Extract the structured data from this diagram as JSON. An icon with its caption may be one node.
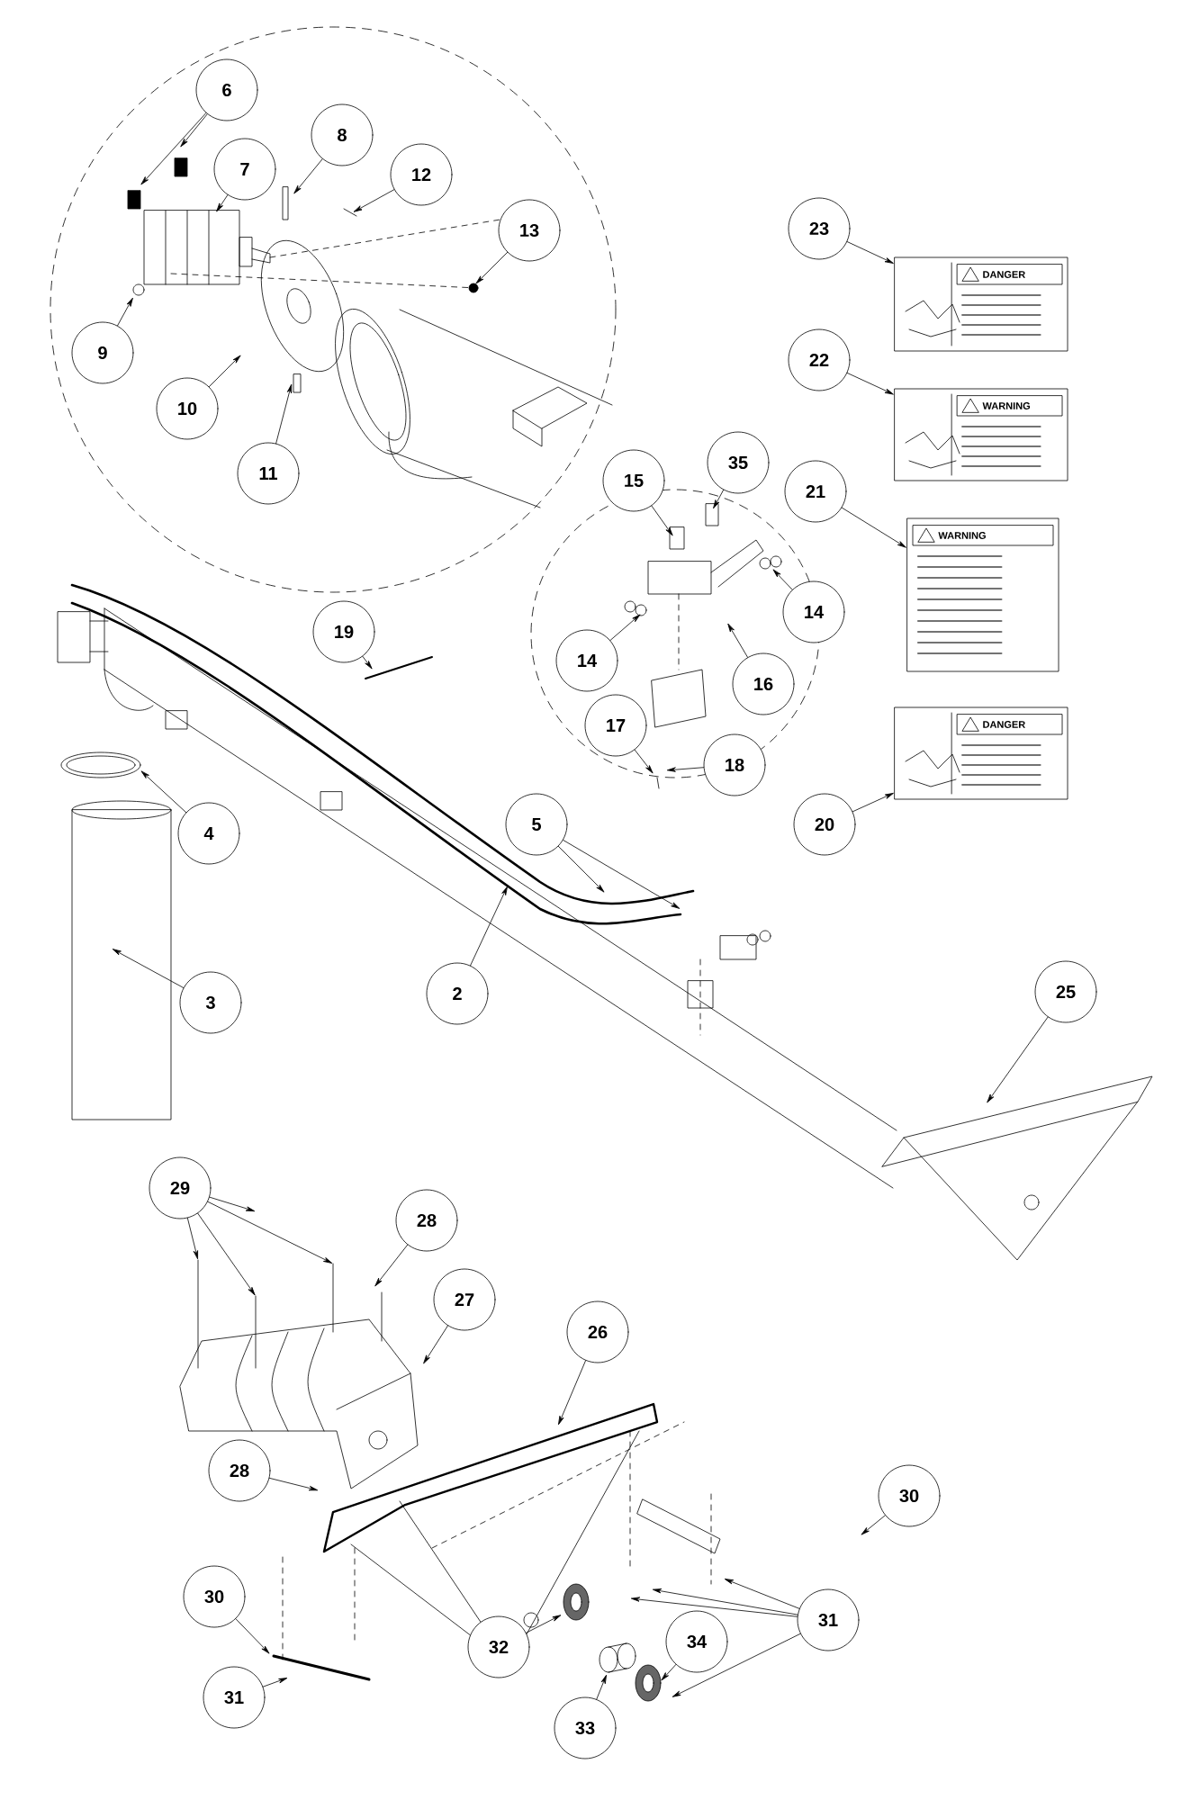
{
  "diagram": {
    "nodes": [
      {
        "text": [
          "6"
        ]
      },
      {
        "text": [
          "7"
        ]
      },
      {
        "text": [
          "8"
        ]
      },
      {
        "text": [
          "12"
        ]
      },
      {
        "text": [
          "13"
        ]
      },
      {
        "text": [
          "9"
        ]
      },
      {
        "text": [
          "10"
        ]
      },
      {
        "text": [
          "11"
        ]
      },
      {
        "text": [
          "23"
        ]
      },
      {
        "text": [
          "22"
        ]
      },
      {
        "text": [
          "21"
        ]
      },
      {
        "text": [
          "20"
        ]
      },
      {
        "text": [
          "15"
        ]
      },
      {
        "text": [
          "35"
        ]
      },
      {
        "text": [
          "14"
        ]
      },
      {
        "text": [
          "14"
        ]
      },
      {
        "text": [
          "16"
        ]
      },
      {
        "text": [
          "17"
        ]
      },
      {
        "text": [
          "18"
        ]
      },
      {
        "text": [
          "19"
        ]
      },
      {
        "text": [
          "4"
        ]
      },
      {
        "text": [
          "5"
        ]
      },
      {
        "text": [
          "3"
        ]
      },
      {
        "text": [
          "2"
        ]
      },
      {
        "text": [
          "25"
        ]
      },
      {
        "text": [
          "29"
        ]
      },
      {
        "text": [
          "28"
        ]
      },
      {
        "text": [
          "27"
        ]
      },
      {
        "text": [
          "26"
        ]
      },
      {
        "text": [
          "28"
        ]
      },
      {
        "text": [
          "30"
        ]
      },
      {
        "text": [
          "30"
        ]
      },
      {
        "text": [
          "31"
        ]
      },
      {
        "text": [
          "31"
        ]
      },
      {
        "text": [
          "32"
        ]
      },
      {
        "text": [
          "33"
        ]
      },
      {
        "text": [
          "34"
        ]
      },
      {
        "text": [
          "DANGER"
        ]
      },
      {
        "text": [
          "WARNING"
        ]
      },
      {
        "text": [
          "WARNING"
        ]
      },
      {
        "text": [
          "DANGER"
        ]
      }
    ],
    "edges": [
      {
        "from": 0,
        "to": null,
        "arrow": "to"
      },
      {
        "from": 0,
        "to": null,
        "arrow": "to"
      },
      {
        "from": 1,
        "to": null,
        "arrow": "to"
      },
      {
        "from": 2,
        "to": null,
        "arrow": "to"
      },
      {
        "from": 3,
        "to": null,
        "arrow": "to"
      },
      {
        "from": 4,
        "to": null,
        "arrow": "to"
      },
      {
        "from": 5,
        "to": null,
        "arrow": "to"
      },
      {
        "from": 6,
        "to": null,
        "arrow": "to"
      },
      {
        "from": 7,
        "to": null,
        "arrow": "to"
      },
      {
        "from": 8,
        "to": 37,
        "arrow": "to"
      },
      {
        "from": 9,
        "to": 38,
        "arrow": "to"
      },
      {
        "from": 10,
        "to": 39,
        "arrow": "to"
      },
      {
        "from": 11,
        "to": 40,
        "arrow": "to"
      },
      {
        "from": 12,
        "to": null,
        "arrow": "to"
      },
      {
        "from": 13,
        "to": null,
        "arrow": "to"
      },
      {
        "from": 14,
        "to": null,
        "arrow": "to"
      },
      {
        "from": 15,
        "to": null,
        "arrow": "to"
      },
      {
        "from": 16,
        "to": null,
        "arrow": "to"
      },
      {
        "from": 17,
        "to": null,
        "arrow": "to"
      },
      {
        "from": 18,
        "to": null,
        "arrow": "to"
      },
      {
        "from": 19,
        "to": null,
        "arrow": "to"
      },
      {
        "from": 20,
        "to": null,
        "arrow": "to"
      },
      {
        "from": 21,
        "to": null,
        "arrow": "to"
      },
      {
        "from": 21,
        "to": null,
        "arrow": "to"
      },
      {
        "from": 22,
        "to": null,
        "arrow": "to"
      },
      {
        "from": 23,
        "to": null,
        "arrow": "to"
      },
      {
        "from": 24,
        "to": null,
        "arrow": "to"
      },
      {
        "from": 25,
        "to": null,
        "arrow": "to"
      },
      {
        "from": 25,
        "to": null,
        "arrow": "to"
      },
      {
        "from": 25,
        "to": null,
        "arrow": "to"
      },
      {
        "from": 25,
        "to": null,
        "arrow": "to"
      },
      {
        "from": 26,
        "to": null,
        "arrow": "to"
      },
      {
        "from": 27,
        "to": null,
        "arrow": "to"
      },
      {
        "from": 28,
        "to": null,
        "arrow": "to"
      },
      {
        "from": 29,
        "to": null,
        "arrow": "to"
      },
      {
        "from": 30,
        "to": null,
        "arrow": "to"
      },
      {
        "from": 31,
        "to": null,
        "arrow": "to"
      },
      {
        "from": 32,
        "to": null,
        "arrow": "to"
      },
      {
        "from": 33,
        "to": null,
        "arrow": "to"
      },
      {
        "from": 33,
        "to": null,
        "arrow": "to"
      },
      {
        "from": 33,
        "to": null,
        "arrow": "to"
      },
      {
        "from": 33,
        "to": null,
        "arrow": "to"
      },
      {
        "from": 34,
        "to": null,
        "arrow": "to"
      },
      {
        "from": 35,
        "to": null,
        "arrow": "to"
      },
      {
        "from": 36,
        "to": null,
        "arrow": "to"
      }
    ]
  }
}
